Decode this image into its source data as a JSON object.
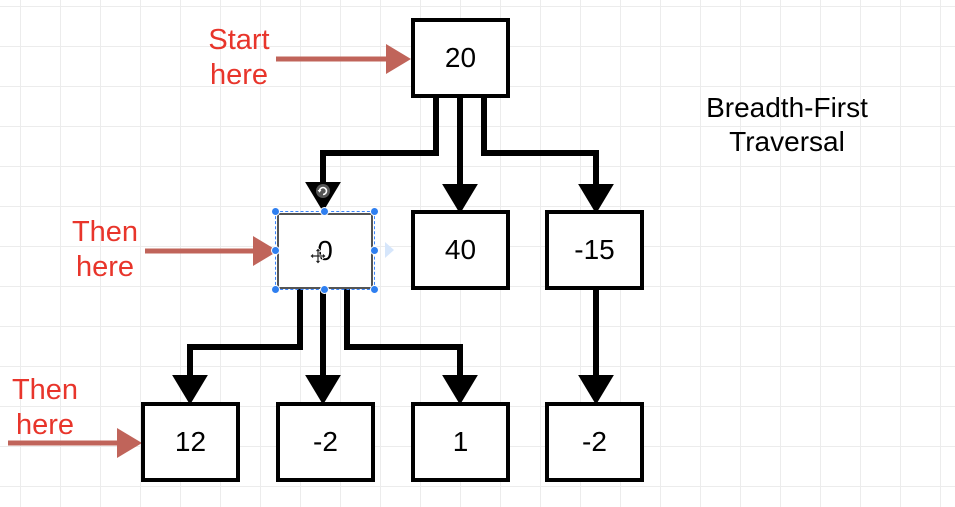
{
  "diagram": {
    "title_lines": [
      "Breadth-First",
      "Traversal"
    ],
    "colors": {
      "annotation_text": "#e8352b",
      "annotation_arrow": "#c0645a",
      "edge": "#000000",
      "selection": "#2f7ff0"
    },
    "annotations": [
      {
        "lines": [
          "Start",
          "here"
        ]
      },
      {
        "lines": [
          "Then",
          "here"
        ]
      },
      {
        "lines": [
          "Then",
          "here"
        ]
      }
    ],
    "nodes": {
      "root": "20",
      "l1a": "0",
      "l1b": "40",
      "l1c": "-15",
      "l2a": "12",
      "l2b": "-2",
      "l2c": "1",
      "l2d": "-2"
    },
    "selected_node": "l1a",
    "icons": [
      "rotate-handle-icon",
      "move-cursor-icon"
    ]
  }
}
